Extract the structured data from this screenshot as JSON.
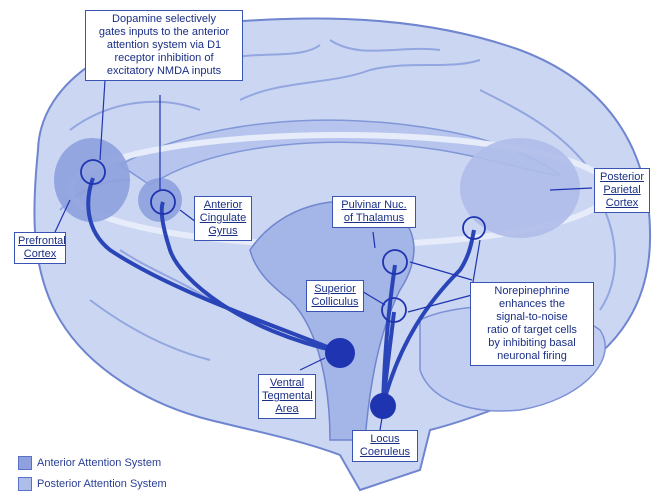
{
  "notes": {
    "dopamine": [
      "Dopamine selectively",
      "gates inputs to the anterior",
      "attention system via D1",
      "receptor inhibition of",
      "excitatory NMDA inputs"
    ],
    "norepinephrine": [
      "Norepinephrine",
      "enhances the",
      "signal-to-noise",
      "ratio of target cells",
      "by inhibiting basal",
      "neuronal firing"
    ]
  },
  "labels": {
    "prefrontal": [
      "Prefrontal",
      "Cortex"
    ],
    "anterior_cingulate": [
      "Anterior",
      "Cingulate",
      "Gyrus"
    ],
    "pulvinar": [
      "Pulvinar Nuc.",
      "of Thalamus"
    ],
    "posterior_parietal": [
      "Posterior",
      "Parietal",
      "Cortex"
    ],
    "superior_colliculus": [
      "Superior",
      "Colliculus"
    ],
    "vta": [
      "Ventral",
      "Tegmental",
      "Area"
    ],
    "locus_coeruleus": [
      "Locus",
      "Coeruleus"
    ]
  },
  "legend": {
    "anterior": "Anterior Attention System",
    "posterior": "Posterior Attention System"
  },
  "colors": {
    "brain_fill": "#cbd6f2",
    "brain_line": "#6f85cf",
    "anterior_region": "#8ea1de",
    "posterior_region": "#afbde9",
    "pathway": "#2a45b8",
    "nucleus": "#1f34b0"
  }
}
